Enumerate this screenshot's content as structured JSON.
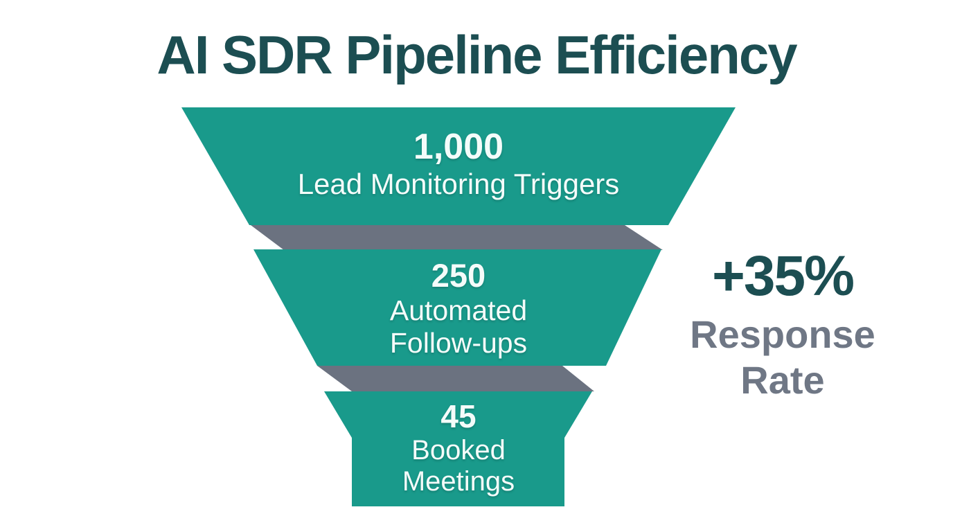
{
  "title": "AI SDR Pipeline Efficiency",
  "colors": {
    "teal": "#199a8b",
    "gray_band": "#6b7280",
    "dark_teal_text": "#1c4e52",
    "gray_text": "#6f7785"
  },
  "funnel": {
    "stages": [
      {
        "value": "1,000",
        "label": "Lead Monitoring Triggers",
        "label_lines": [
          "Lead Monitoring Triggers"
        ]
      },
      {
        "value": "250",
        "label": "Automated Follow-ups",
        "label_lines": [
          "Automated",
          "Follow-ups"
        ]
      },
      {
        "value": "45",
        "label": "Booked Meetings",
        "label_lines": [
          "Booked",
          "Meetings"
        ]
      }
    ]
  },
  "stat": {
    "value": "+35%",
    "label": "Response Rate",
    "label_lines": [
      "Response",
      "Rate"
    ]
  },
  "chart_data": {
    "type": "funnel",
    "title": "AI SDR Pipeline Efficiency",
    "categories": [
      "Lead Monitoring Triggers",
      "Automated Follow-ups",
      "Booked Meetings"
    ],
    "values": [
      1000,
      250,
      45
    ],
    "value_labels": [
      "1,000",
      "250",
      "45"
    ],
    "annotations": [
      {
        "text": "+35% Response Rate",
        "position": "right-middle"
      }
    ],
    "legend": "off",
    "orientation": "vertical-top-down"
  }
}
